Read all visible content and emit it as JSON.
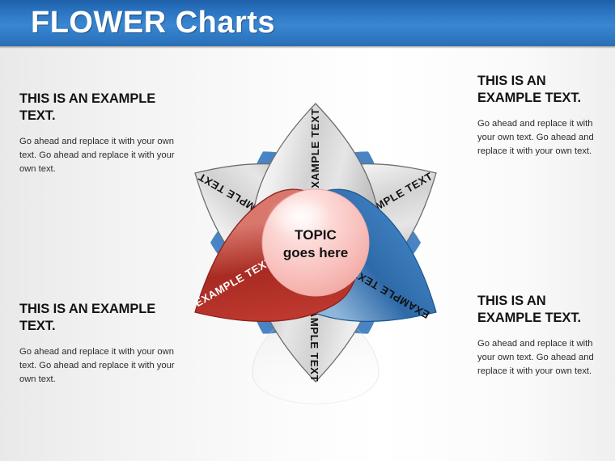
{
  "header": {
    "title": "FLOWER Charts",
    "bg_color_top": "#1d5fa8",
    "bg_color_mid": "#3a86d1",
    "text_color": "#ffffff"
  },
  "background": {
    "color_edge": "#e9e9e9",
    "color_center": "#ffffff"
  },
  "callouts": [
    {
      "id": "top-left",
      "heading": "THIS IS AN EXAMPLE TEXT.",
      "body": "Go ahead and replace it with your own text. Go ahead and replace it with your own text."
    },
    {
      "id": "top-right",
      "heading": "THIS IS AN EXAMPLE TEXT.",
      "body": "Go ahead and replace it with your own text. Go ahead and replace it with your own text."
    },
    {
      "id": "bottom-left",
      "heading": "THIS IS AN EXAMPLE TEXT.",
      "body": "Go ahead and replace it with your own text. Go ahead and replace it with your own text."
    },
    {
      "id": "bottom-right",
      "heading": "THIS IS AN EXAMPLE TEXT.",
      "body": "Go ahead and replace it with your own text. Go ahead and replace it with your own text."
    }
  ],
  "chart_data": {
    "type": "diagram",
    "subtype": "flower-petal-radial",
    "title": "FLOWER Charts",
    "center": {
      "line1": "TOPIC",
      "line2": "goes here",
      "fill": "#f9c3c0",
      "highlight": "#ffe6e4",
      "text_color": "#111111"
    },
    "petal_count": 6,
    "petals": [
      {
        "id": "petal-top",
        "label": "EXAMPLE TEXT",
        "angle_deg": 0,
        "fill": "#d4d4d4",
        "fill_light": "#fdfdfd",
        "text_color": "#111111",
        "stroke": "#6e6e6e"
      },
      {
        "id": "petal-upper-right",
        "label": "EXAMPLE TEXT",
        "angle_deg": 60,
        "fill": "#d4d4d4",
        "fill_light": "#fdfdfd",
        "text_color": "#111111",
        "stroke": "#6e6e6e"
      },
      {
        "id": "petal-lower-right",
        "label": "EXAMPLE TEXT",
        "angle_deg": 120,
        "fill": "#2f71b5",
        "fill_light": "#a9cbe8",
        "text_color": "#111111",
        "stroke": "#1e5governed"
      },
      {
        "id": "petal-bottom",
        "label": "EXAMPLE TEXT",
        "angle_deg": 180,
        "fill": "#d4d4d4",
        "fill_light": "#fdfdfd",
        "text_color": "#111111",
        "stroke": "#6e6e6e"
      },
      {
        "id": "petal-lower-left",
        "label": "EXAMPLE TEXT",
        "angle_deg": 240,
        "fill": "#c0392e",
        "fill_light": "#e07a70",
        "text_color": "#ffffff",
        "stroke": "#8b2018"
      },
      {
        "id": "petal-upper-left",
        "label": "EXAMPLE TEXT",
        "angle_deg": 300,
        "fill": "#d4d4d4",
        "fill_light": "#fdfdfd",
        "text_color": "#111111",
        "stroke": "#6e6e6e"
      }
    ],
    "backdrop": {
      "shape": "blue-lobes",
      "fill": "#3a7bc0",
      "lobe_count": 4
    },
    "reflection": true
  }
}
